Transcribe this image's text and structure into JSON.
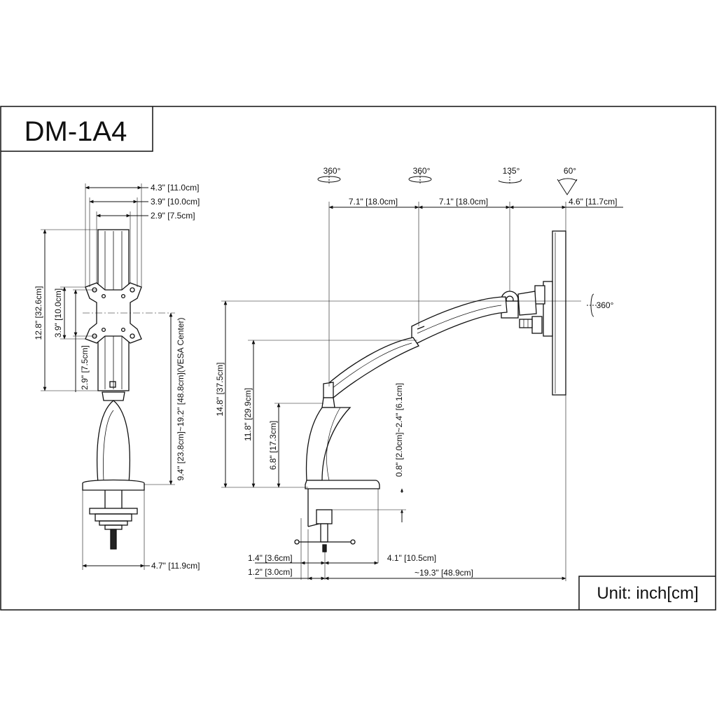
{
  "title": "DM-1A4",
  "unit_label": "Unit: inch[cm]",
  "front_view": {
    "dims": {
      "w1": "4.3\" [11.0cm]",
      "w2": "3.9\" [10.0cm]",
      "w3": "2.9\" [7.5cm]",
      "h1": "12.8\" [32.6cm]",
      "h2": "3.9\" [10.0cm]",
      "h3": "2.9\" [7.5cm]",
      "vesa": "9.4\" [23.8cm]~19.2\" [48.8cm](VESA Center)",
      "base": "4.7\" [11.9cm]"
    }
  },
  "side_view": {
    "rotations": [
      "360°",
      "360°",
      "135°",
      "60°",
      "360°"
    ],
    "dims": {
      "arm1": "7.1\" [18.0cm]",
      "arm2": "7.1\" [18.0cm]",
      "tilt": "4.6\" [11.7cm]",
      "h1": "14.8\" [37.5cm]",
      "h2": "11.8\" [29.9cm]",
      "h3": "6.8\" [17.3cm]",
      "desk": "0.8\" [2.0cm]~2.4\" [6.1cm]",
      "c1": "1.4\" [3.6cm]",
      "c2": "1.2\" [3.0cm]",
      "c3": "4.1\" [10.5cm]",
      "reach": "~19.3\" [48.9cm]"
    }
  }
}
